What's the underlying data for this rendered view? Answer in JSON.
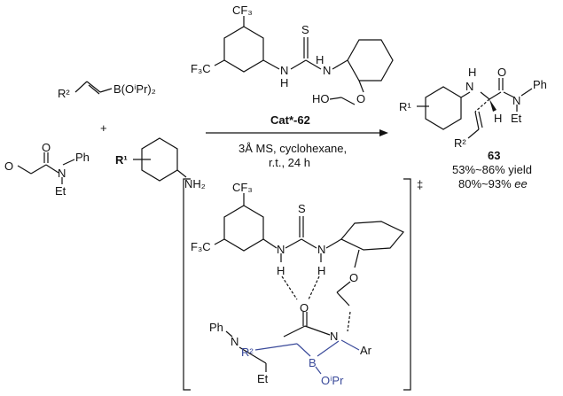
{
  "reagents": {
    "boronate": {
      "r_group": "R²",
      "boron": "B(OⁱPr)₂"
    },
    "plus": "+",
    "glyoxamide": {
      "carbonyl_o1": "O",
      "carbonyl_o2": "O",
      "nitrogen": "N",
      "phenyl": "Ph",
      "ethyl": "Et"
    },
    "aniline": {
      "r_group": "R¹",
      "amine": "NH₂"
    }
  },
  "catalyst": {
    "cf3_top": "CF₃",
    "cf3_left": "F₃C",
    "sulfur": "S",
    "nh_left": "H",
    "n_left": "N",
    "nh_right": "H",
    "n_right": "N",
    "hydroxy": "HO",
    "ether_o": "O",
    "label": "Cat*-62"
  },
  "conditions": {
    "line1": "3Å MS, cyclohexane,",
    "line2": "r.t., 24 h"
  },
  "product": {
    "r1": "R¹",
    "nh_h": "H",
    "nh_n": "N",
    "carbonyl_o": "O",
    "amide_n": "N",
    "phenyl": "Ph",
    "ethyl": "Et",
    "stereo_h": "H",
    "r2": "R²",
    "compound_number": "63",
    "yield": "53%~86% yield",
    "ee_value": "80%~93% ",
    "ee_label": "ee"
  },
  "transition_state": {
    "symbol": "‡",
    "cf3_top": "CF₃",
    "cf3_left": "F₃C",
    "sulfur": "S",
    "n_left": "N",
    "h_left": "H",
    "n_right": "N",
    "h_right": "H",
    "carbonyl_o": "O",
    "ether_o": "O",
    "phenyl": "Ph",
    "amide_n": "N",
    "imine_n": "N",
    "aryl": "Ar",
    "r2": "R²",
    "ethyl": "Et",
    "boron": "B",
    "oipr": "OⁱPr"
  }
}
